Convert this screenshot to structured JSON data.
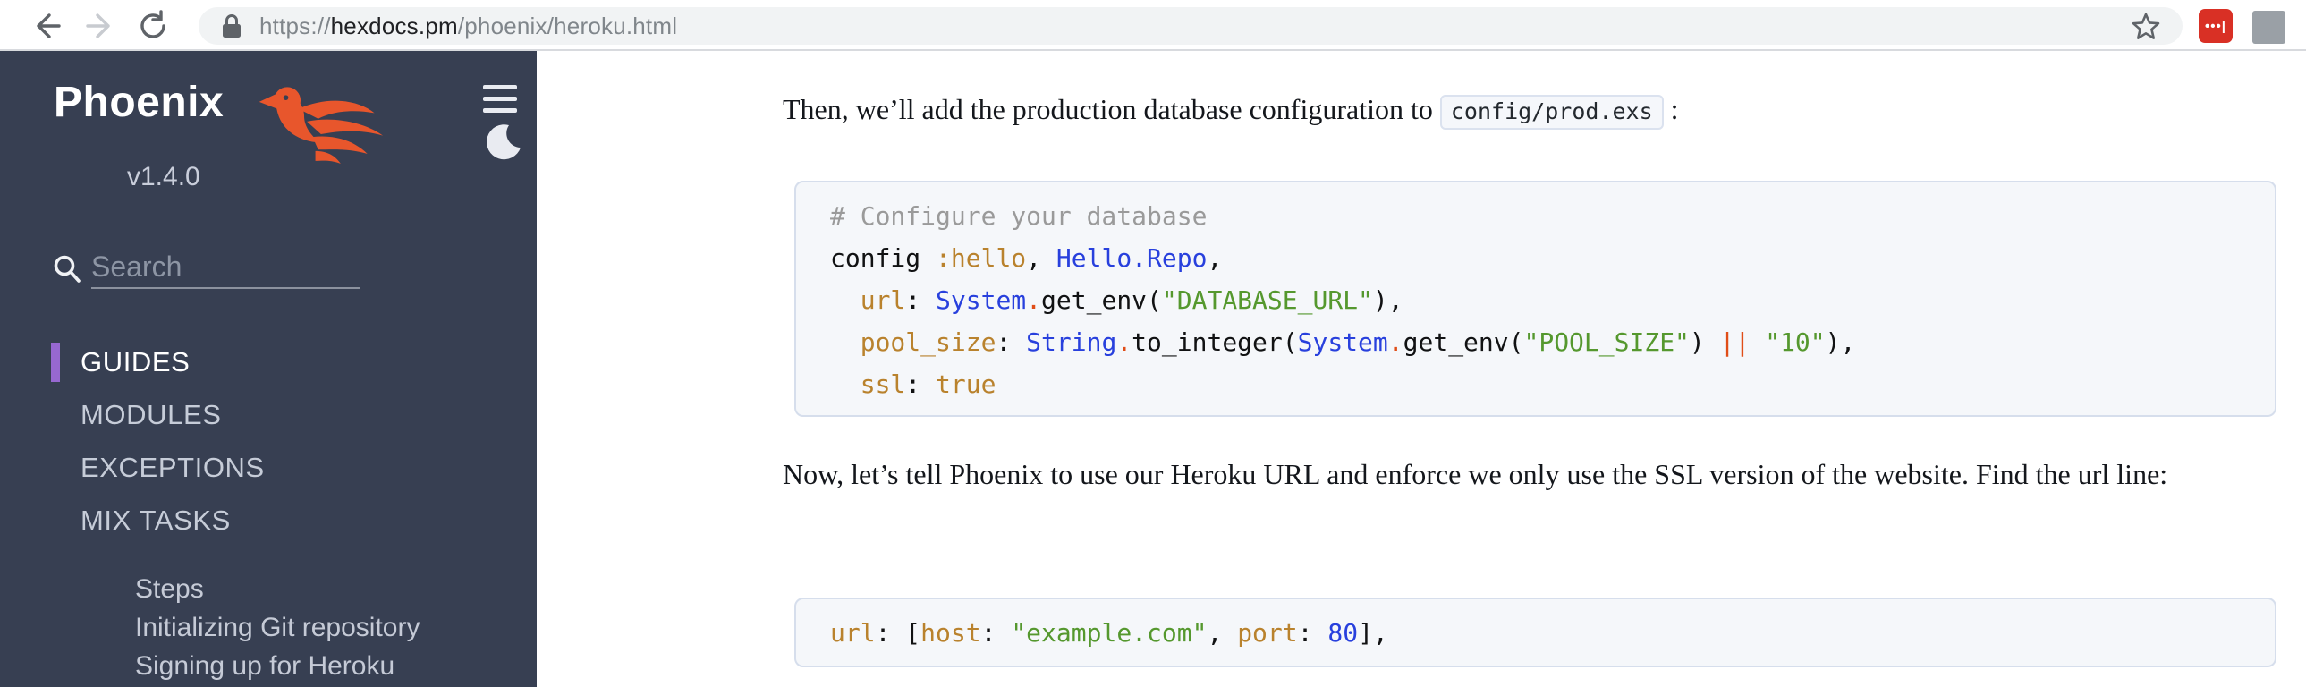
{
  "browser": {
    "url_scheme": "https://",
    "url_domain": "hexdocs.pm",
    "url_path": "/phoenix/heroku.html"
  },
  "sidebar": {
    "brand": "Phoenix",
    "version": "v1.4.0",
    "search_placeholder": "Search",
    "nav": [
      {
        "label": "GUIDES",
        "active": true
      },
      {
        "label": "MODULES",
        "active": false
      },
      {
        "label": "EXCEPTIONS",
        "active": false
      },
      {
        "label": "MIX TASKS",
        "active": false
      }
    ],
    "subnav": [
      {
        "label": "Steps"
      },
      {
        "label": "Initializing Git repository"
      },
      {
        "label": "Signing up for Heroku"
      }
    ]
  },
  "content": {
    "p1_before": "Then, we’ll add the production database configuration to ",
    "p1_code": "config/prod.exs",
    "p1_after": " :",
    "p2": "Now, let’s tell Phoenix to use our Heroku URL and enforce we only use the SSL version of the website. Find the url line:",
    "code_block_1": {
      "lines": [
        [
          {
            "c": "cm",
            "t": "# Configure your database"
          }
        ],
        [
          {
            "c": "pl",
            "t": "config "
          },
          {
            "c": "at",
            "t": ":hello"
          },
          {
            "c": "pl",
            "t": ", "
          },
          {
            "c": "md",
            "t": "Hello.Repo"
          },
          {
            "c": "pl",
            "t": ","
          }
        ],
        [
          {
            "c": "pl",
            "t": "  "
          },
          {
            "c": "at",
            "t": "url"
          },
          {
            "c": "pl",
            "t": ": "
          },
          {
            "c": "md",
            "t": "System"
          },
          {
            "c": "op",
            "t": "."
          },
          {
            "c": "pl",
            "t": "get_env("
          },
          {
            "c": "st",
            "t": "\"DATABASE_URL\""
          },
          {
            "c": "pl",
            "t": "),"
          }
        ],
        [
          {
            "c": "pl",
            "t": "  "
          },
          {
            "c": "at",
            "t": "pool_size"
          },
          {
            "c": "pl",
            "t": ": "
          },
          {
            "c": "md",
            "t": "String"
          },
          {
            "c": "op",
            "t": "."
          },
          {
            "c": "pl",
            "t": "to_integer("
          },
          {
            "c": "md",
            "t": "System"
          },
          {
            "c": "op",
            "t": "."
          },
          {
            "c": "pl",
            "t": "get_env("
          },
          {
            "c": "st",
            "t": "\"POOL_SIZE\""
          },
          {
            "c": "pl",
            "t": ") "
          },
          {
            "c": "op",
            "t": "||"
          },
          {
            "c": "pl",
            "t": " "
          },
          {
            "c": "st",
            "t": "\"10\""
          },
          {
            "c": "pl",
            "t": "),"
          }
        ],
        [
          {
            "c": "pl",
            "t": "  "
          },
          {
            "c": "at",
            "t": "ssl"
          },
          {
            "c": "pl",
            "t": ": "
          },
          {
            "c": "at",
            "t": "true"
          }
        ]
      ]
    },
    "code_block_2": {
      "lines": [
        [
          {
            "c": "at",
            "t": "url"
          },
          {
            "c": "pl",
            "t": ": ["
          },
          {
            "c": "at",
            "t": "host"
          },
          {
            "c": "pl",
            "t": ": "
          },
          {
            "c": "st",
            "t": "\"example.com\""
          },
          {
            "c": "pl",
            "t": ", "
          },
          {
            "c": "at",
            "t": "port"
          },
          {
            "c": "pl",
            "t": ": "
          },
          {
            "c": "nm",
            "t": "80"
          },
          {
            "c": "pl",
            "t": "],"
          }
        ]
      ]
    }
  },
  "colors": {
    "sidebar_bg": "#373f52",
    "accent_purple": "#9768d1",
    "logo_orange": "#e8562c",
    "code_bg": "#f5f7fa",
    "code_border": "#d6deec",
    "string_green": "#55982e",
    "atom_orange": "#b9822d",
    "module_blue": "#2840dd",
    "operator_red": "#e04d17",
    "extension_red": "#d93025"
  }
}
